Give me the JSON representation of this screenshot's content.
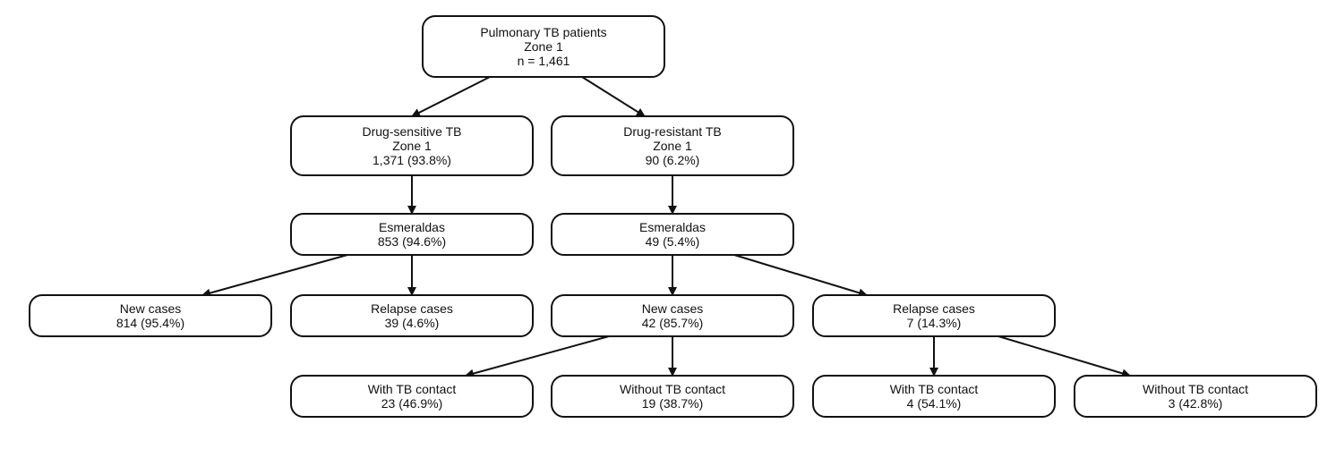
{
  "nodes": {
    "root": {
      "lines": [
        "Pulmonary TB patients",
        "Zone 1",
        "n = 1,461"
      ]
    },
    "drug_sensitive": {
      "lines": [
        "Drug-sensitive TB",
        "Zone 1",
        "1,371 (93.8%)"
      ]
    },
    "drug_resistant": {
      "lines": [
        "Drug-resistant TB",
        "Zone 1",
        "90 (6.2%)"
      ]
    },
    "esmeraldas_sensitive": {
      "lines": [
        "Esmeraldas",
        "853 (94.6%)"
      ]
    },
    "esmeraldas_resistant": {
      "lines": [
        "Esmeraldas",
        "49 (5.4%)"
      ]
    },
    "sensitive_new": {
      "lines": [
        "New cases",
        "814 (95.4%)"
      ]
    },
    "sensitive_relapse": {
      "lines": [
        "Relapse cases",
        "39 (4.6%)"
      ]
    },
    "resistant_new": {
      "lines": [
        "New cases",
        "42 (85.7%)"
      ]
    },
    "resistant_relapse": {
      "lines": [
        "Relapse cases",
        "7 (14.3%)"
      ]
    },
    "new_with_contact": {
      "lines": [
        "With TB contact",
        "23 (46.9%)"
      ]
    },
    "new_without_contact": {
      "lines": [
        "Without TB contact",
        "19 (38.7%)"
      ]
    },
    "relapse_with_contact": {
      "lines": [
        "With TB contact",
        "4 (54.1%)"
      ]
    },
    "relapse_without_contact": {
      "lines": [
        "Without TB contact",
        "3 (42.8%)"
      ]
    }
  },
  "edges": [
    {
      "from": "root",
      "to": "drug_sensitive"
    },
    {
      "from": "root",
      "to": "drug_resistant"
    },
    {
      "from": "drug_sensitive",
      "to": "esmeraldas_sensitive"
    },
    {
      "from": "drug_resistant",
      "to": "esmeraldas_resistant"
    },
    {
      "from": "esmeraldas_sensitive",
      "to": "sensitive_new"
    },
    {
      "from": "esmeraldas_sensitive",
      "to": "sensitive_relapse"
    },
    {
      "from": "esmeraldas_resistant",
      "to": "resistant_new"
    },
    {
      "from": "esmeraldas_resistant",
      "to": "resistant_relapse"
    },
    {
      "from": "resistant_new",
      "to": "new_with_contact"
    },
    {
      "from": "resistant_new",
      "to": "new_without_contact"
    },
    {
      "from": "resistant_relapse",
      "to": "relapse_with_contact"
    },
    {
      "from": "resistant_relapse",
      "to": "relapse_without_contact"
    }
  ]
}
